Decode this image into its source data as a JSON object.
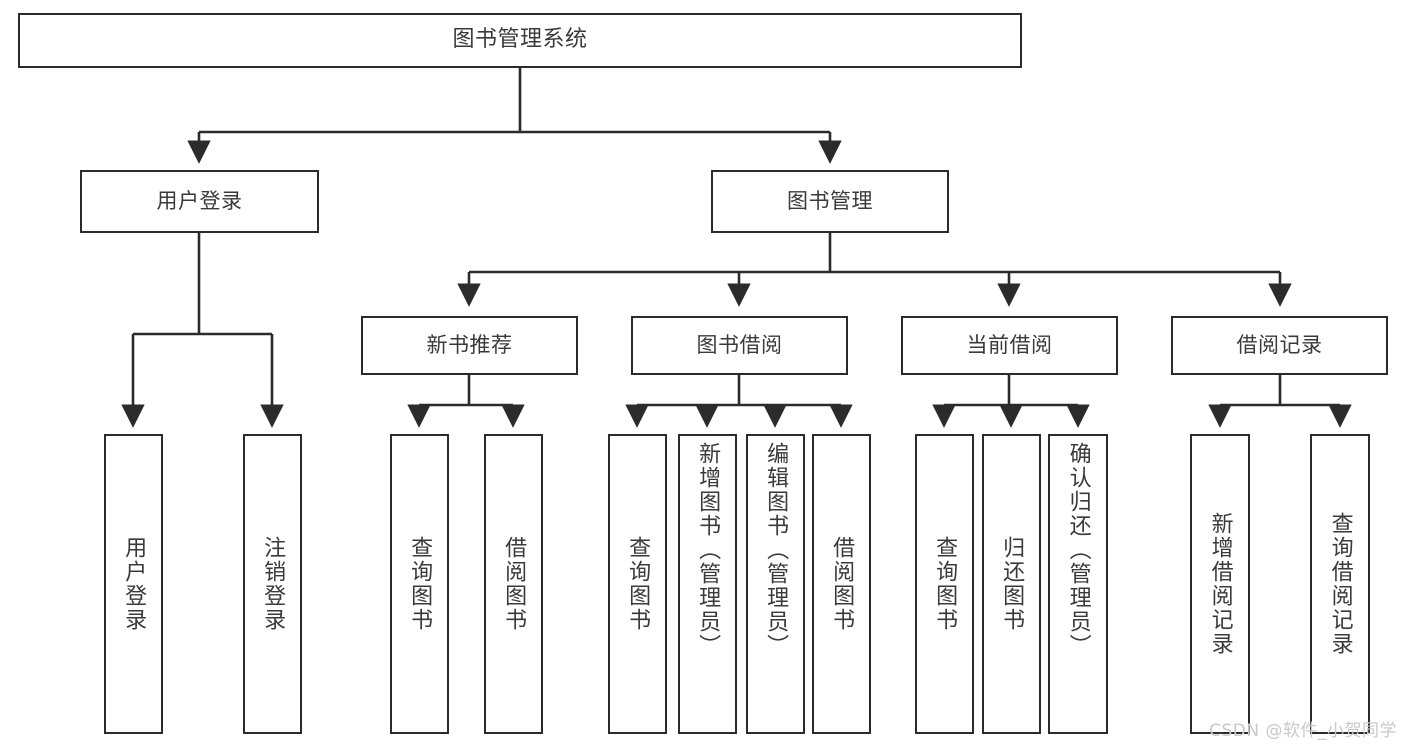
{
  "diagram": {
    "type": "tree",
    "title": "图书管理系统",
    "watermark": "CSDN @软件_小贺同学",
    "colors": {
      "box_border": "#2b2b2b",
      "box_fill": "#ffffff",
      "edge": "#2b2b2b",
      "text": "#3a3a3a",
      "watermark": "#c9c9c9",
      "background": "#ffffff"
    },
    "levels": {
      "root": "图书管理系统",
      "level2": [
        "用户登录",
        "图书管理"
      ],
      "level3": [
        "新书推荐",
        "图书借阅",
        "当前借阅",
        "借阅记录"
      ]
    },
    "nodes": {
      "root": {
        "label": "图书管理系统"
      },
      "user_login": {
        "label": "用户登录"
      },
      "book_manage": {
        "label": "图书管理"
      },
      "new_book_rec": {
        "label": "新书推荐"
      },
      "book_borrow": {
        "label": "图书借阅"
      },
      "current_borrow": {
        "label": "当前借阅"
      },
      "borrow_record": {
        "label": "借阅记录"
      },
      "leaf_user_login": {
        "label": "用户登录"
      },
      "leaf_user_logout": {
        "label": "注销登录"
      },
      "leaf_query_book_1": {
        "label": "查询图书"
      },
      "leaf_borrow_book_1": {
        "label": "借阅图书"
      },
      "leaf_query_book_2": {
        "label": "查询图书"
      },
      "leaf_add_book_admin": {
        "label": "新增图书（管理员）"
      },
      "leaf_edit_book_admin": {
        "label": "编辑图书（管理员）"
      },
      "leaf_borrow_book_2": {
        "label": "借阅图书"
      },
      "leaf_query_book_3": {
        "label": "查询图书"
      },
      "leaf_return_book": {
        "label": "归还图书"
      },
      "leaf_confirm_return_admin": {
        "label": "确认归还（管理员）"
      },
      "leaf_add_borrow_record": {
        "label": "新增借阅记录"
      },
      "leaf_query_borrow_record": {
        "label": "查询借阅记录"
      }
    }
  }
}
